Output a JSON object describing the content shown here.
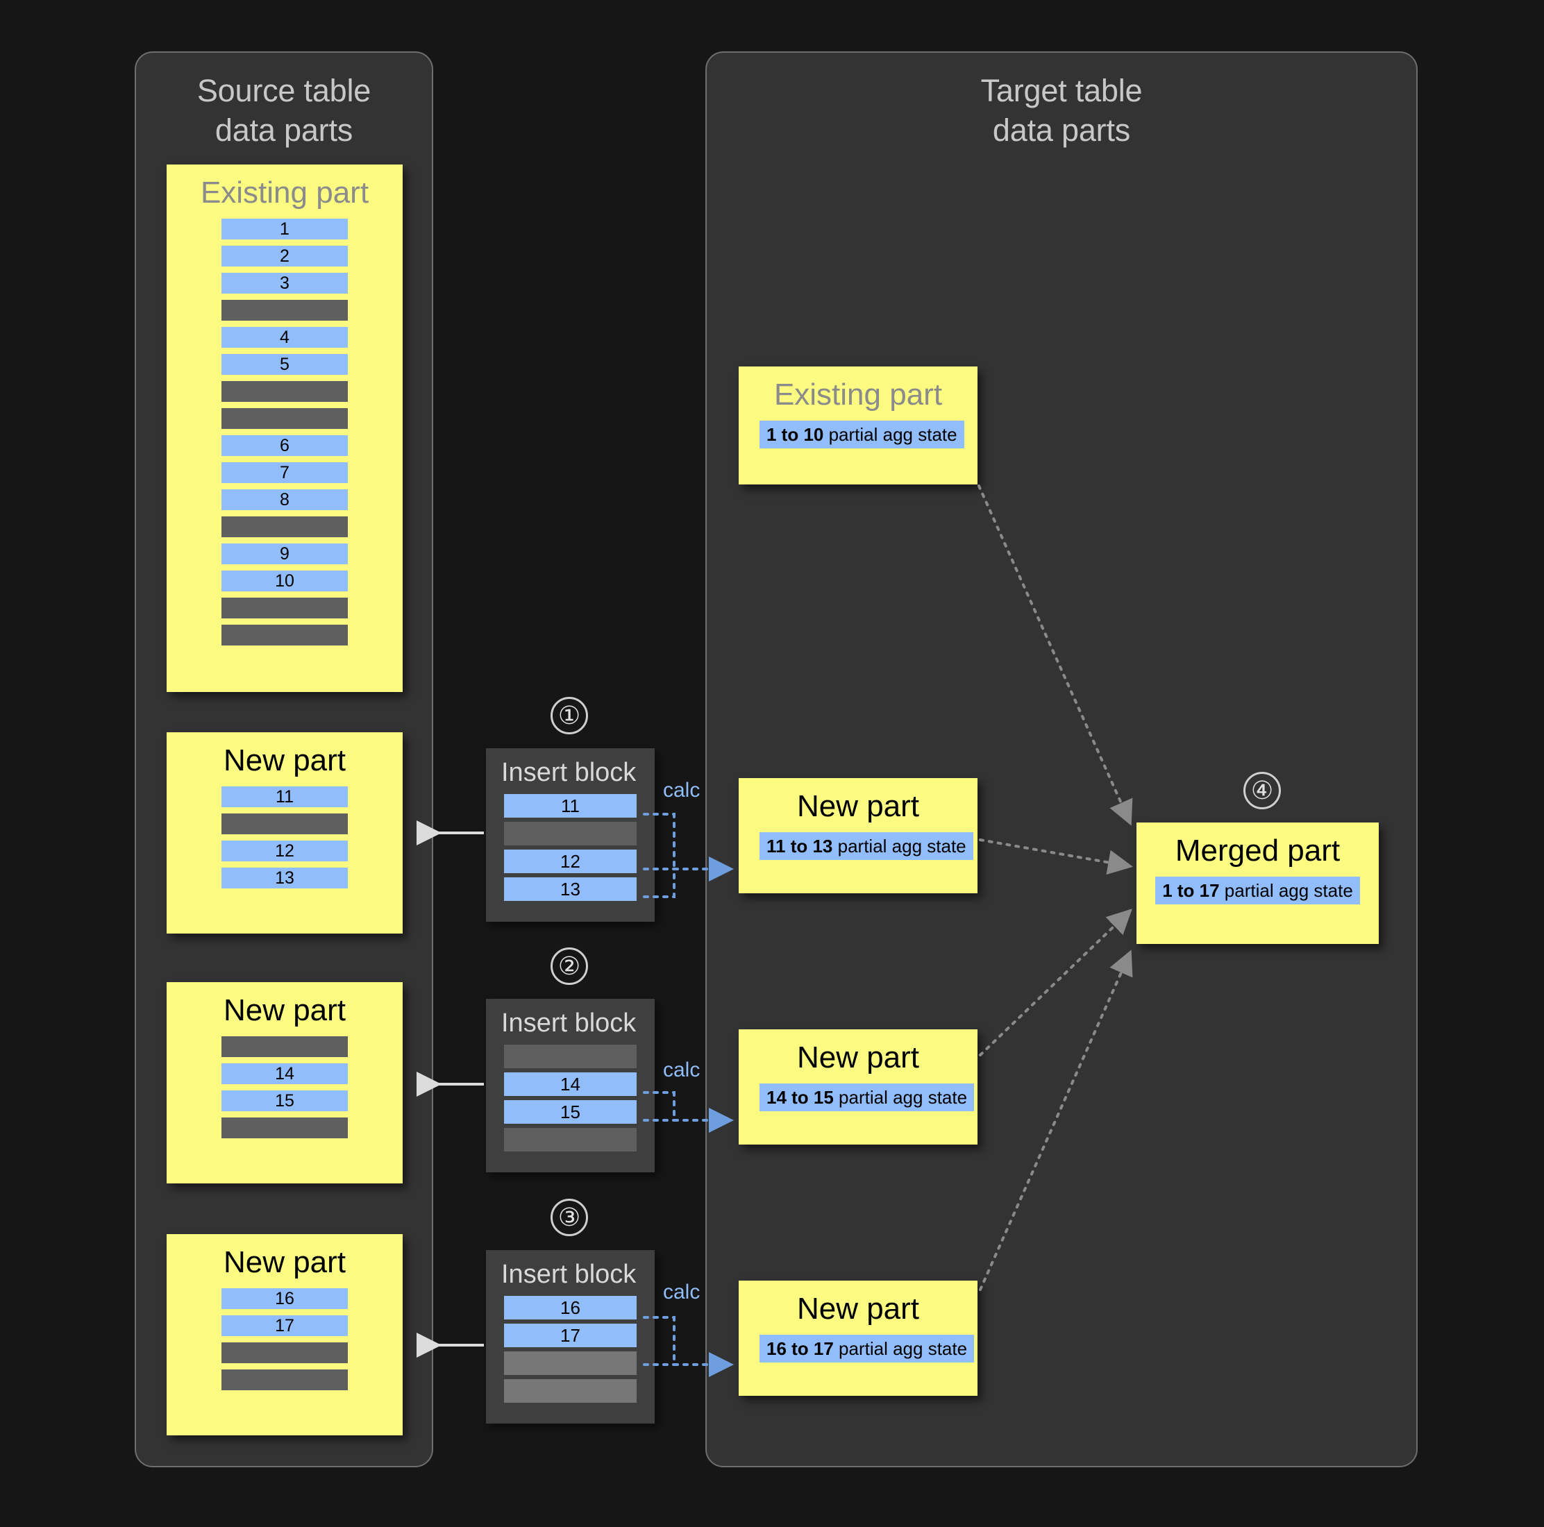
{
  "panels": {
    "source": {
      "title": "Source table\ndata parts"
    },
    "target": {
      "title": "Target table\ndata parts"
    }
  },
  "source_parts": [
    {
      "name": "existing-part",
      "title": "Existing part",
      "title_muted": true,
      "rows": [
        {
          "type": "data",
          "label": "1"
        },
        {
          "type": "data",
          "label": "2"
        },
        {
          "type": "data",
          "label": "3"
        },
        {
          "type": "other",
          "label": ""
        },
        {
          "type": "data",
          "label": "4"
        },
        {
          "type": "data",
          "label": "5"
        },
        {
          "type": "other",
          "label": ""
        },
        {
          "type": "other",
          "label": ""
        },
        {
          "type": "data",
          "label": "6"
        },
        {
          "type": "data",
          "label": "7"
        },
        {
          "type": "data",
          "label": "8"
        },
        {
          "type": "other",
          "label": ""
        },
        {
          "type": "data",
          "label": "9"
        },
        {
          "type": "data",
          "label": "10"
        },
        {
          "type": "other",
          "label": ""
        },
        {
          "type": "other",
          "label": ""
        }
      ]
    },
    {
      "name": "new-part-1",
      "title": "New part",
      "title_muted": false,
      "rows": [
        {
          "type": "data",
          "label": "11"
        },
        {
          "type": "other",
          "label": ""
        },
        {
          "type": "data",
          "label": "12"
        },
        {
          "type": "data",
          "label": "13"
        }
      ]
    },
    {
      "name": "new-part-2",
      "title": "New part",
      "title_muted": false,
      "rows": [
        {
          "type": "other",
          "label": ""
        },
        {
          "type": "data",
          "label": "14"
        },
        {
          "type": "data",
          "label": "15"
        },
        {
          "type": "other",
          "label": ""
        }
      ]
    },
    {
      "name": "new-part-3",
      "title": "New part",
      "title_muted": false,
      "rows": [
        {
          "type": "data",
          "label": "16"
        },
        {
          "type": "data",
          "label": "17"
        },
        {
          "type": "other",
          "label": ""
        },
        {
          "type": "other",
          "label": ""
        }
      ]
    }
  ],
  "insert_blocks": [
    {
      "step": "①",
      "title": "Insert block",
      "calc_label": "calc",
      "rows": [
        {
          "type": "data",
          "label": "11"
        },
        {
          "type": "other",
          "label": ""
        },
        {
          "type": "data",
          "label": "12"
        },
        {
          "type": "data",
          "label": "13"
        }
      ]
    },
    {
      "step": "②",
      "title": "Insert block",
      "calc_label": "calc",
      "rows": [
        {
          "type": "other",
          "label": ""
        },
        {
          "type": "data",
          "label": "14"
        },
        {
          "type": "data",
          "label": "15"
        },
        {
          "type": "other",
          "label": ""
        }
      ]
    },
    {
      "step": "③",
      "title": "Insert block",
      "calc_label": "calc",
      "rows": [
        {
          "type": "data",
          "label": "16"
        },
        {
          "type": "data",
          "label": "17"
        },
        {
          "type": "other-light",
          "label": ""
        },
        {
          "type": "other-light",
          "label": ""
        }
      ]
    }
  ],
  "target_parts": [
    {
      "name": "target-existing-part",
      "title": "Existing part",
      "title_muted": true,
      "chip_range": "1 to 10",
      "chip_rest": " partial agg state"
    },
    {
      "name": "target-new-part-1",
      "title": "New part",
      "title_muted": false,
      "chip_range": "11 to 13",
      "chip_rest": " partial agg state"
    },
    {
      "name": "target-new-part-2",
      "title": "New part",
      "title_muted": false,
      "chip_range": "14 to 15",
      "chip_rest": " partial agg state"
    },
    {
      "name": "target-new-part-3",
      "title": "New part",
      "title_muted": false,
      "chip_range": "16 to 17",
      "chip_rest": " partial agg state"
    }
  ],
  "merged_part": {
    "step": "④",
    "title": "Merged part",
    "chip_range": "1 to 17",
    "chip_rest": " partial agg state"
  },
  "colors": {
    "background": "#161616",
    "panel": "#333333",
    "panel_border": "#6e6e6e",
    "part_yellow": "#fbfb82",
    "row_data_blue": "#92bdfb",
    "row_other_gray": "#5f5f5f",
    "insert_block_gray": "#3f3f3f",
    "calc_blue": "#8fbdf7",
    "arrow_white": "#dcdcdc",
    "arrow_dotted_gray": "#8a8a8a",
    "muted_title": "#8b8b8b"
  }
}
